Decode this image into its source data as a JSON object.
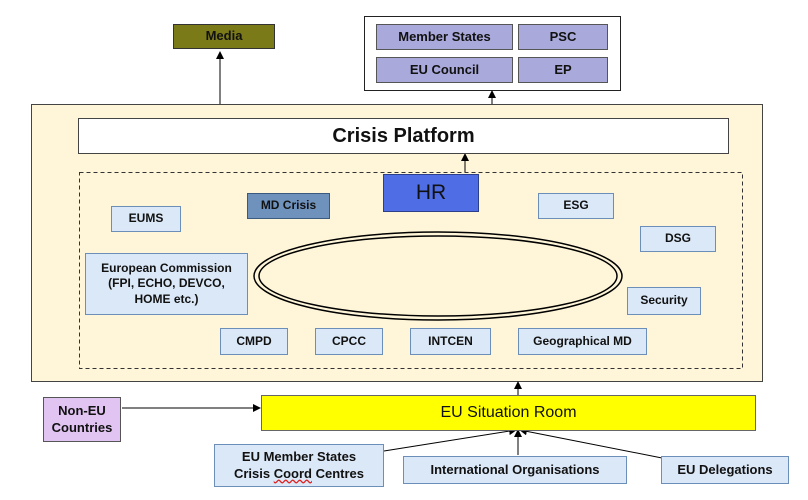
{
  "nodes": {
    "media": "Media",
    "member_states": "Member States",
    "psc": "PSC",
    "eu_council": "EU Council",
    "ep": "EP",
    "crisis_platform": "Crisis Platform",
    "hr": "HR",
    "md_crisis": "MD Crisis",
    "eums": "EUMS",
    "esg": "ESG",
    "dsg": "DSG",
    "european_commission": {
      "line1": "European Commission",
      "line2": "(FPI, ECHO, DEVCO,",
      "line3": "HOME etc.)"
    },
    "security": "Security",
    "cmpd": "CMPD",
    "cpcc": "CPCC",
    "intcen": "INTCEN",
    "geographical_md": "Geographical MD",
    "non_eu": {
      "line1": "Non-EU",
      "line2": "Countries"
    },
    "eu_situation_room": "EU Situation Room",
    "eu_member_states_ccc": {
      "line1": "EU Member States",
      "line2a": "Crisis ",
      "line2b": "Coord",
      "line2c": " Centres"
    },
    "international_organisations": "International Organisations",
    "eu_delegations": "EU Delegations"
  },
  "colors": {
    "media": "#7b7a19",
    "purple_box": "#a9a9dc",
    "outer_bg": "#fff6d9",
    "light_blue": "#dbe8f7",
    "md_crisis": "#6f92bd",
    "hr": "#4f6ee6",
    "situation_room": "#ffff00",
    "non_eu": "#e1c4f2"
  }
}
